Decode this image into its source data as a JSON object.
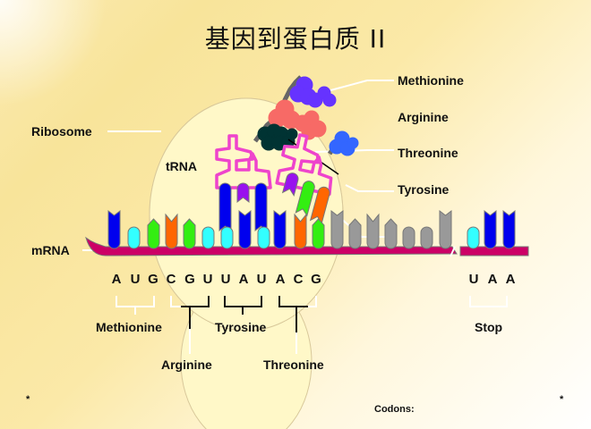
{
  "title": "基因到蛋白质 II",
  "labels": {
    "ribosome": "Ribosome",
    "trna": "tRNA",
    "mrna": "mRNA",
    "codons_caption": "Codons:",
    "footnote_left": "*",
    "footnote_right": "*"
  },
  "amino_acid_chain": [
    {
      "name": "Methionine",
      "color": "#6633ff"
    },
    {
      "name": "Arginine",
      "color": "#f76a66"
    },
    {
      "name": "Threonine",
      "color": "#3366ff"
    },
    {
      "name": "Tyrosine",
      "color": "#003333"
    }
  ],
  "codon_sequence": [
    "A",
    "U",
    "G",
    "C",
    "G",
    "U",
    "U",
    "A",
    "U",
    "A",
    "C",
    "G"
  ],
  "stop_sequence": [
    "U",
    "A",
    "A"
  ],
  "codon_groups": [
    {
      "name": "Methionine",
      "bases": "AUG"
    },
    {
      "name": "Arginine",
      "bases": "CGU"
    },
    {
      "name": "Tyrosine",
      "bases": "UAU"
    },
    {
      "name": "Threonine",
      "bases": "ACG"
    },
    {
      "name": "Stop",
      "bases": "UAA"
    }
  ],
  "base_colors": {
    "A": "#0000ee",
    "U": "#33ffff",
    "G": "#33ee11",
    "C": "#ff6600",
    "other": "#999999",
    "mrna_strand": "#cc0066",
    "trna_outline": "#ee44cc",
    "trna_purple": "#9911ee"
  }
}
